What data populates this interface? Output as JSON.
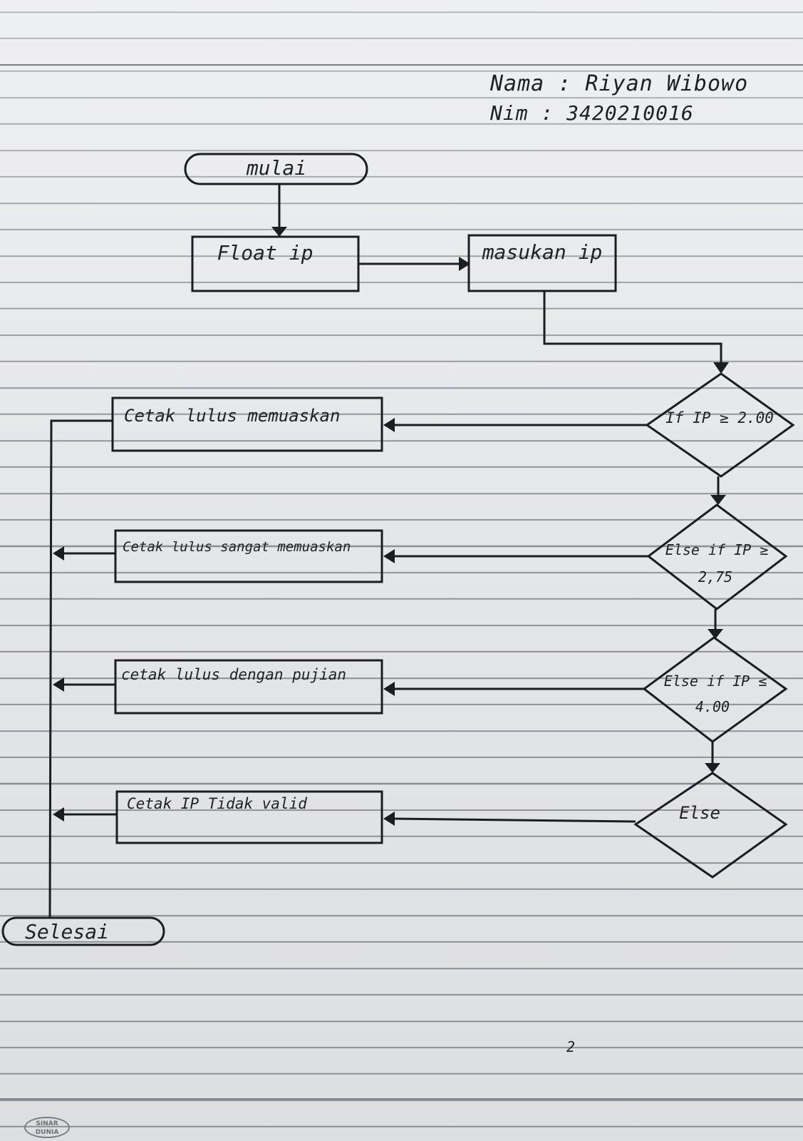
{
  "header": {
    "name_line": "Nama : Riyan Wibowo",
    "nim_line": "Nim   : 3420210016"
  },
  "flowchart": {
    "start": "mulai",
    "declare": "Float ip",
    "input": "masukan ip",
    "conditions": [
      {
        "lines": [
          "If IP ≥ 2.00"
        ]
      },
      {
        "lines": [
          "Else if IP ≥",
          "2,75"
        ]
      },
      {
        "lines": [
          "Else if IP ≤",
          "4.00"
        ]
      },
      {
        "lines": [
          "Else"
        ]
      }
    ],
    "outputs": [
      "Cetak lulus memuaskan",
      "Cetak lulus sangat memuaskan",
      "cetak lulus dengan pujian",
      "Cetak IP Tidak valid"
    ],
    "end": "Selesai"
  },
  "page_mark": "2",
  "logo": {
    "line1": "SINAR",
    "line2": "DUNIA"
  }
}
